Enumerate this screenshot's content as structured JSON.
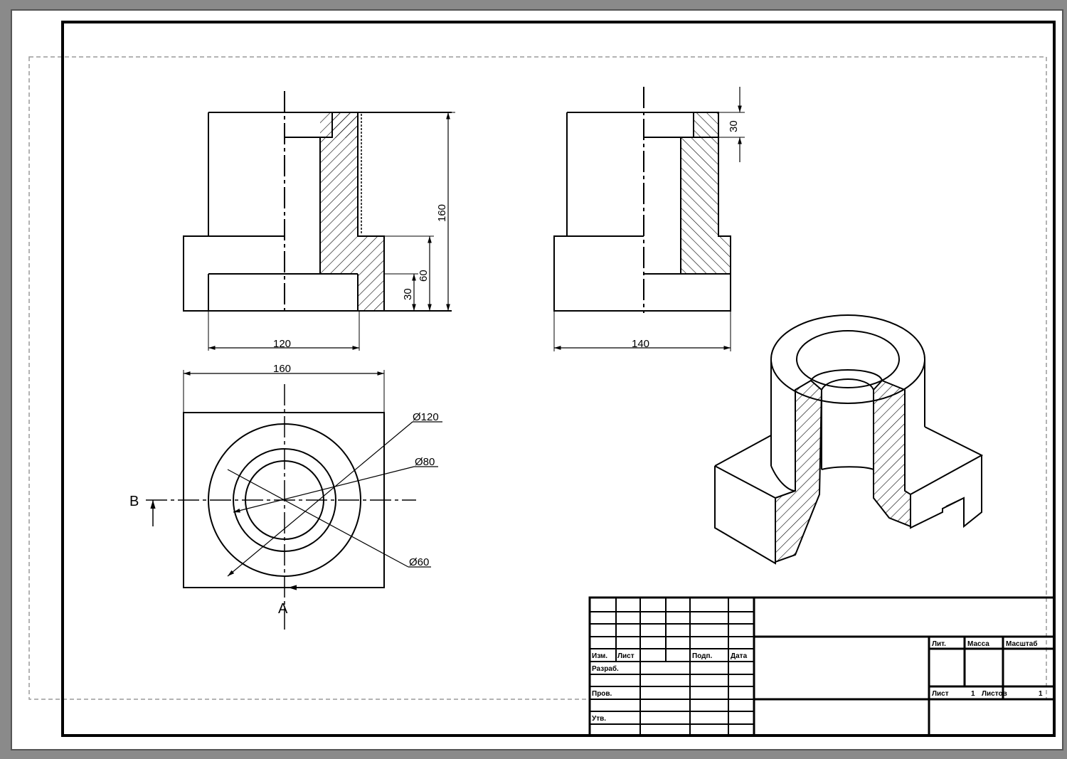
{
  "drawing": {
    "front_view": {
      "dim_overall_width": "120",
      "dim_overall_height": "160",
      "dim_step_height": "60",
      "dim_base_height": "30"
    },
    "side_view": {
      "dim_width": "140",
      "dim_counterbore_depth": "30"
    },
    "top_view": {
      "dim_width": "160",
      "dia_outer": "Ø120",
      "dia_middle": "Ø80",
      "dia_inner": "Ø60",
      "section_label_b": "B",
      "section_label_a": "A"
    }
  },
  "title_block": {
    "cells": {
      "r1c1": "Изм.",
      "r1c2": "Лист",
      "r1c5": "Подп.",
      "r1c6": "Дата",
      "row_a": "Разраб.",
      "row_b": "Пров.",
      "row_c": "Утв.",
      "sheet_hdr_1": "Лит.",
      "sheet_hdr_2": "Масса",
      "sheet_hdr_3": "Масштаб",
      "sheet_lbl": "Лист",
      "sheet_num": "1",
      "sheets_lbl": "Листов",
      "sheets_num": "1"
    }
  },
  "colors": {
    "paper": "#ffffff",
    "ink": "#000000",
    "background": "#8a8a8a",
    "dashed": "#9a9a9a"
  }
}
